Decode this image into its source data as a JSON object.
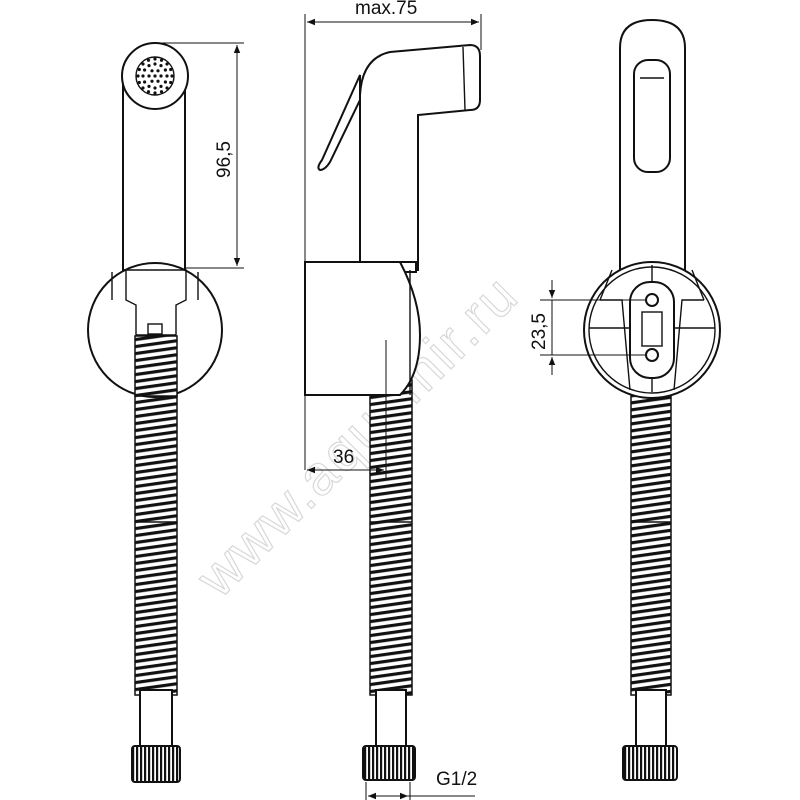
{
  "dimensions": {
    "max_width": "max.75",
    "height": "96,5",
    "mount_spacing": "23,5",
    "holder_depth": "36",
    "thread": "G1/2"
  },
  "watermark": "www.aquamir.ru",
  "views": [
    "front-view",
    "side-view",
    "back-view"
  ]
}
